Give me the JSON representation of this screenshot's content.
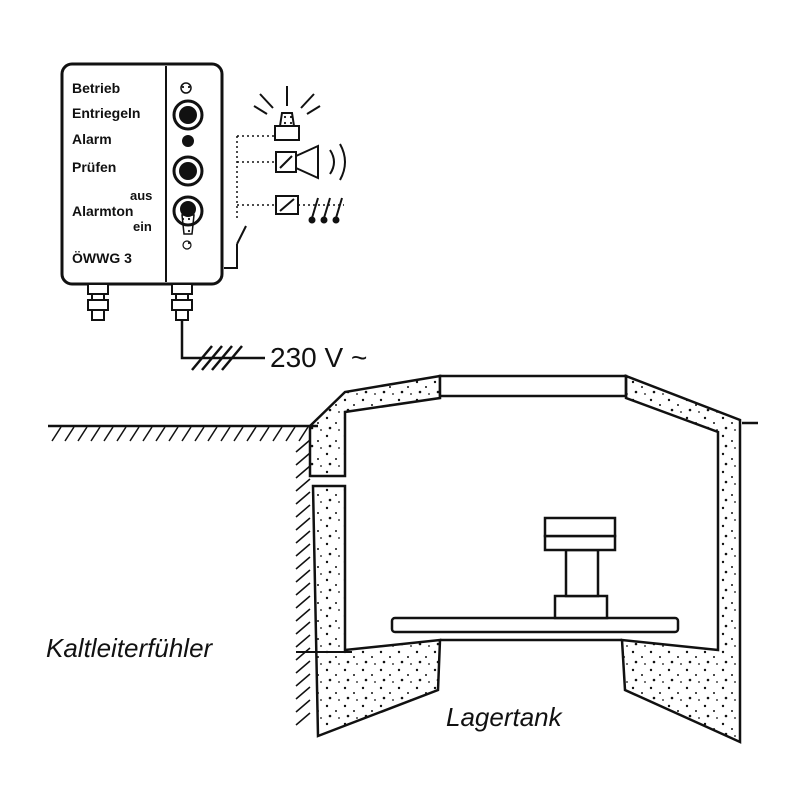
{
  "device": {
    "labels": {
      "betrieb": "Betrieb",
      "entriegeln": "Entriegeln",
      "alarm": "Alarm",
      "pruefen": "Prüfen",
      "aus": "aus",
      "alarmton": "Alarmton",
      "ein": "ein",
      "model": "ÖWWG 3"
    }
  },
  "power_label": "230 V ~",
  "sensor_label": "Kaltleiterfühler",
  "tank_label": "Lagertank",
  "colors": {
    "ink": "#111111",
    "fill": "#ffffff"
  }
}
